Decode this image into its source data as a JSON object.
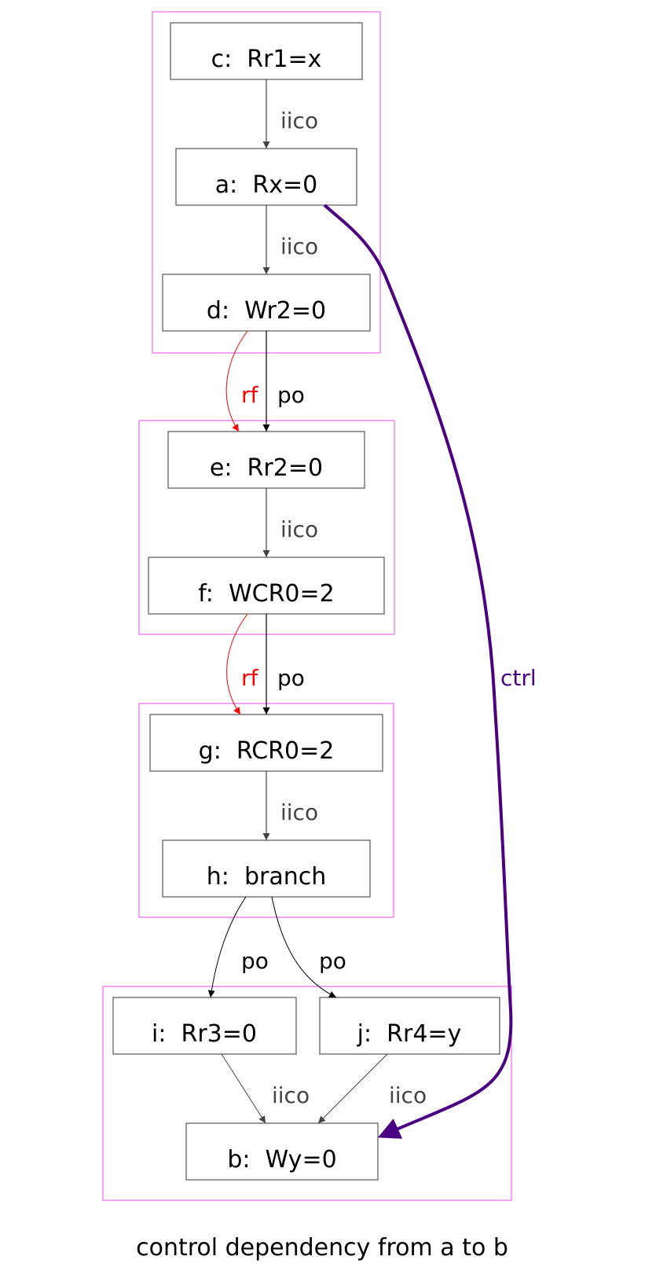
{
  "caption": "control dependency from a to b",
  "colors": {
    "cluster": "#ee66ee",
    "iico": "#444444",
    "po": "#000000",
    "rf": "#ff0000",
    "ctrl": "#4b0082",
    "node_border": "#555555"
  },
  "nodes": [
    {
      "id": "c",
      "label": "c:  Rr1=x"
    },
    {
      "id": "a",
      "label": "a:  Rx=0"
    },
    {
      "id": "d",
      "label": "d:  Wr2=0"
    },
    {
      "id": "e",
      "label": "e:  Rr2=0"
    },
    {
      "id": "f",
      "label": "f:  WCR0=2"
    },
    {
      "id": "g",
      "label": "g:  RCR0=2"
    },
    {
      "id": "h",
      "label": "h:  branch"
    },
    {
      "id": "i",
      "label": "i:  Rr3=0"
    },
    {
      "id": "j",
      "label": "j:  Rr4=y"
    },
    {
      "id": "b",
      "label": "b:  Wy=0"
    }
  ],
  "edges": [
    {
      "id": "c-a",
      "from": "c",
      "to": "a",
      "label": "iico",
      "kind": "iico"
    },
    {
      "id": "a-d",
      "from": "a",
      "to": "d",
      "label": "iico",
      "kind": "iico"
    },
    {
      "id": "d-e-rf",
      "from": "d",
      "to": "e",
      "label": "rf",
      "kind": "rf"
    },
    {
      "id": "d-e-po",
      "from": "d",
      "to": "e",
      "label": "po",
      "kind": "po"
    },
    {
      "id": "e-f",
      "from": "e",
      "to": "f",
      "label": "iico",
      "kind": "iico"
    },
    {
      "id": "f-g-rf",
      "from": "f",
      "to": "g",
      "label": "rf",
      "kind": "rf"
    },
    {
      "id": "f-g-po",
      "from": "f",
      "to": "g",
      "label": "po",
      "kind": "po"
    },
    {
      "id": "g-h",
      "from": "g",
      "to": "h",
      "label": "iico",
      "kind": "iico"
    },
    {
      "id": "h-i",
      "from": "h",
      "to": "i",
      "label": "po",
      "kind": "po"
    },
    {
      "id": "h-j",
      "from": "h",
      "to": "j",
      "label": "po",
      "kind": "po"
    },
    {
      "id": "i-b",
      "from": "i",
      "to": "b",
      "label": "iico",
      "kind": "iico"
    },
    {
      "id": "j-b",
      "from": "j",
      "to": "b",
      "label": "iico",
      "kind": "iico"
    },
    {
      "id": "a-b-ctrl",
      "from": "a",
      "to": "b",
      "label": "ctrl",
      "kind": "ctrl"
    }
  ]
}
